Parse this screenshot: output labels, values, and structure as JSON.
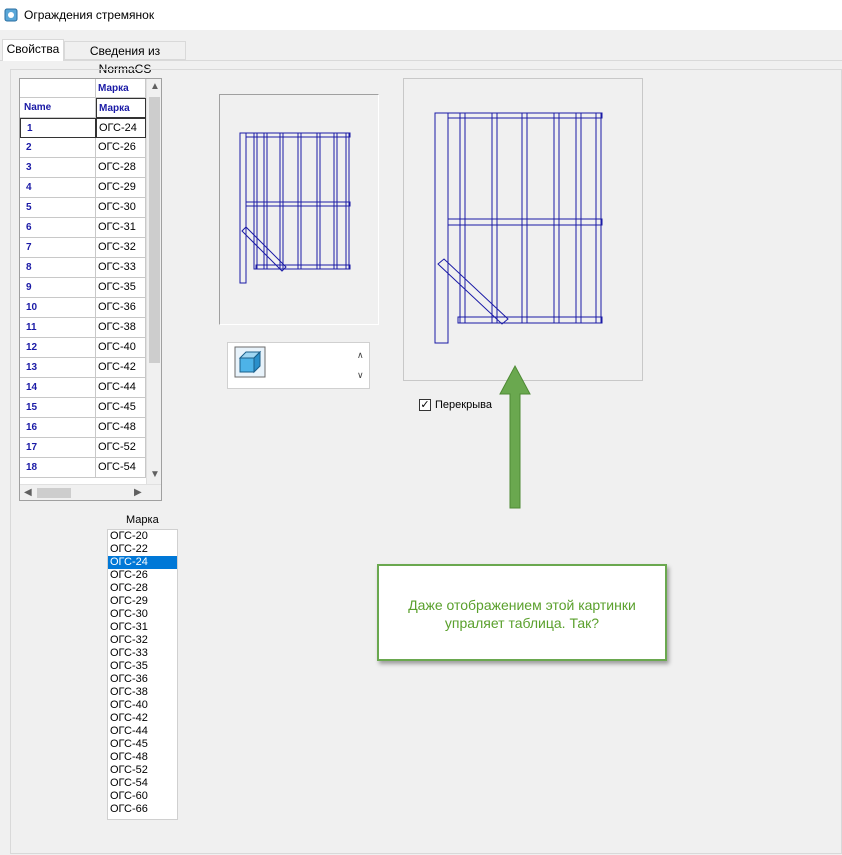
{
  "window": {
    "title": "Ограждения стремянок"
  },
  "tabs": [
    {
      "label": "Свойства",
      "active": true
    },
    {
      "label": "Сведения из NormaCS",
      "active": false
    }
  ],
  "grid": {
    "top_header": "Марка",
    "col_headers": {
      "name": "Name",
      "marka": "Марка"
    },
    "rows": [
      {
        "num": "1",
        "marka": "ОГС-24"
      },
      {
        "num": "2",
        "marka": "ОГС-26"
      },
      {
        "num": "3",
        "marka": "ОГС-28"
      },
      {
        "num": "4",
        "marka": "ОГС-29"
      },
      {
        "num": "5",
        "marka": "ОГС-30"
      },
      {
        "num": "6",
        "marka": "ОГС-31"
      },
      {
        "num": "7",
        "marka": "ОГС-32"
      },
      {
        "num": "8",
        "marka": "ОГС-33"
      },
      {
        "num": "9",
        "marka": "ОГС-35"
      },
      {
        "num": "10",
        "marka": "ОГС-36"
      },
      {
        "num": "11",
        "marka": "ОГС-38"
      },
      {
        "num": "12",
        "marka": "ОГС-40"
      },
      {
        "num": "13",
        "marka": "ОГС-42"
      },
      {
        "num": "14",
        "marka": "ОГС-44"
      },
      {
        "num": "15",
        "marka": "ОГС-45"
      },
      {
        "num": "16",
        "marka": "ОГС-48"
      },
      {
        "num": "17",
        "marka": "ОГС-52"
      },
      {
        "num": "18",
        "marka": "ОГС-54"
      }
    ]
  },
  "checkbox": {
    "label": "Перекрыва",
    "checked": true
  },
  "listbox": {
    "label": "Марка",
    "items": [
      "ОГС-20",
      "ОГС-22",
      "ОГС-24",
      "ОГС-26",
      "ОГС-28",
      "ОГС-29",
      "ОГС-30",
      "ОГС-31",
      "ОГС-32",
      "ОГС-33",
      "ОГС-35",
      "ОГС-36",
      "ОГС-38",
      "ОГС-40",
      "ОГС-42",
      "ОГС-44",
      "ОГС-45",
      "ОГС-48",
      "ОГС-52",
      "ОГС-54",
      "ОГС-60",
      "ОГС-66"
    ],
    "selected": "ОГС-24"
  },
  "callout": {
    "text": "Даже отображением этой картинки упраляет таблица. Так?"
  },
  "colors": {
    "drawing": "#1a1aa6",
    "callout": "#6aa84f",
    "selection": "#0078d7"
  },
  "icons": {
    "app": "app-icon",
    "combo": "3d-box-icon"
  }
}
